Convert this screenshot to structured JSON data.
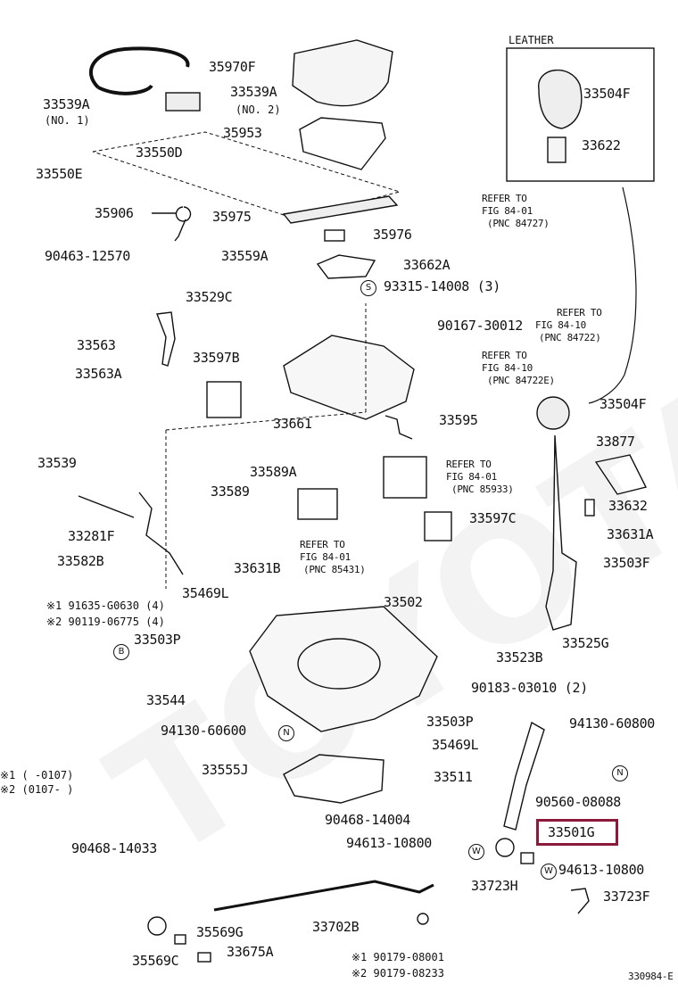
{
  "watermark": "TOYOTA",
  "box": {
    "title": "LEATHER"
  },
  "parts": {
    "p33539A_1": "33539A",
    "p33539A_1_sub": "(NO. 1)",
    "p35970F": "35970F",
    "p33539A_2": "33539A",
    "p33539A_2_sub": "(NO. 2)",
    "p35953": "35953",
    "p33550D": "33550D",
    "p33550E": "33550E",
    "p35906": "35906",
    "p35975": "35975",
    "p35976": "35976",
    "p90463": "90463-12570",
    "p33559A": "33559A",
    "p33662A": "33662A",
    "p93315": "93315-14008 (3)",
    "p93315_mark": "S",
    "p33529C": "33529C",
    "p90167": "90167-30012",
    "p33563": "33563",
    "p33563A": "33563A",
    "p33597B": "33597B",
    "p33661": "33661",
    "p33595": "33595",
    "p33504F_1": "33504F",
    "p33622": "33622",
    "p33504F_2": "33504F",
    "p33877": "33877",
    "p33539": "33539",
    "p33589A": "33589A",
    "p33589": "33589",
    "p33281F": "33281F",
    "p33582B": "33582B",
    "p33631B": "33631B",
    "p33597C": "33597C",
    "p33632": "33632",
    "p33631A": "33631A",
    "p33503F": "33503F",
    "p35469L_1": "35469L",
    "p91635": "※1 91635-G0630 (4)",
    "p90119": "※2 90119-06775 (4)",
    "p_b_mark": "B",
    "p33502": "33502",
    "p33503P_1": "33503P",
    "p33523B": "33523B",
    "p33525G": "33525G",
    "p90183": "90183-03010 (2)",
    "p33544": "33544",
    "p94130_1": "94130-60600",
    "p94130_1_mark": "N",
    "p33503P_2": "33503P",
    "p35469L_2": "35469L",
    "p94130_2": "94130-60800",
    "p94130_2_mark": "N",
    "p33555J": "33555J",
    "p33511": "33511",
    "p90560": "90560-08088",
    "p90468_1": "90468-14004",
    "p94613_1": "94613-10800",
    "p94613_1_mark": "W",
    "p33501G": "33501G",
    "p90468_2": "90468-14033",
    "p33723H": "33723H",
    "p94613_2": "94613-10800",
    "p94613_2_mark": "W",
    "p33723F": "33723F",
    "p33702B": "33702B",
    "p35569G": "35569G",
    "p35569C": "35569C",
    "p33675A": "33675A",
    "p90179_1": "※1 90179-08001",
    "p90179_2": "※2 90179-08233",
    "note1": "※1 (        -0107)",
    "note2": "※2 (0107-        )",
    "diagram_code": "330984-E"
  },
  "refs": [
    {
      "line1": "REFER TO",
      "line2": "FIG 84-01",
      "line3": "(PNC 84727)"
    },
    {
      "line1": "REFER TO",
      "line2": "FIG 84-10",
      "line3": "(PNC 84722)"
    },
    {
      "line1": "REFER TO",
      "line2": "FIG 84-10",
      "line3": "(PNC 84722E)"
    },
    {
      "line1": "REFER TO",
      "line2": "FIG 84-01",
      "line3": "(PNC 85933)"
    },
    {
      "line1": "REFER TO",
      "line2": "FIG 84-01",
      "line3": "(PNC 85431)"
    }
  ],
  "highlight": {
    "part": "33501G",
    "color": "#8b1a3a"
  }
}
